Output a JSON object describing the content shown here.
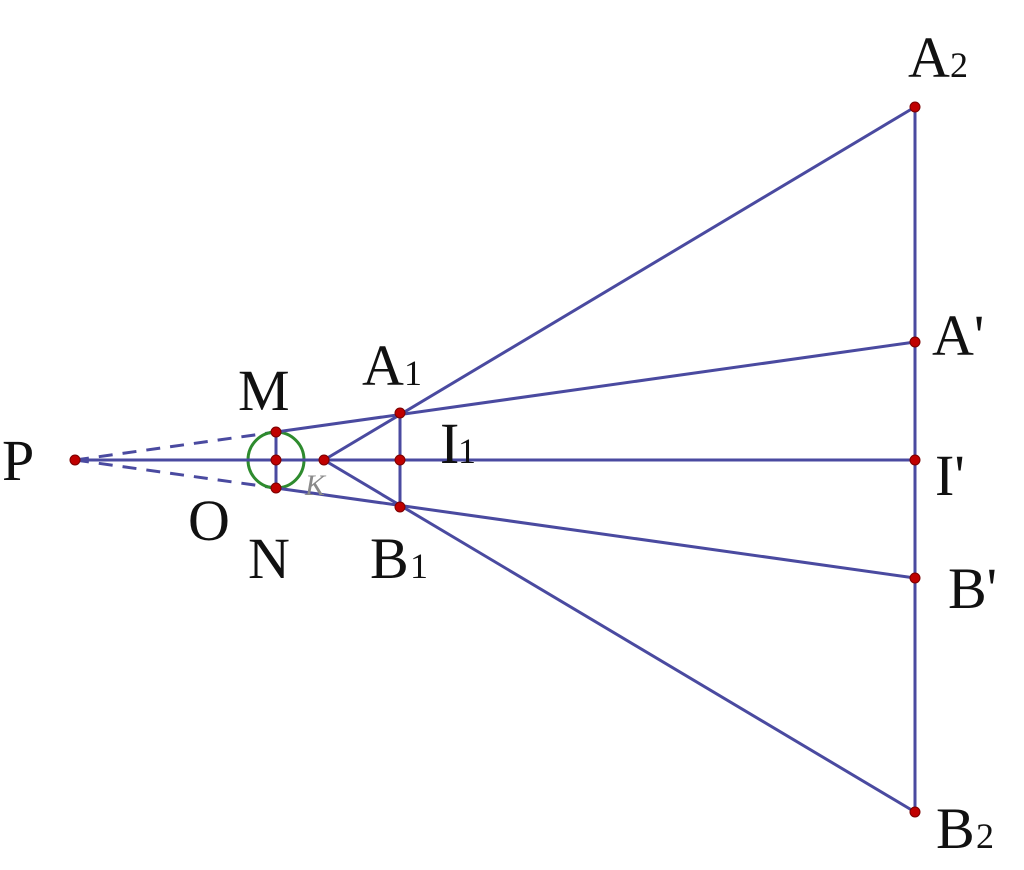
{
  "labels": {
    "P": "P",
    "M": "M",
    "O": "O",
    "N": "N",
    "K": "K",
    "A1": "A",
    "A1_sub": "1",
    "B1": "B",
    "B1_sub": "1",
    "I1": "I",
    "I1_sub": "1",
    "A2": "A",
    "A2_sub": "2",
    "B2": "B",
    "B2_sub": "2",
    "A_prime": "A'",
    "I_prime": "I'",
    "B_prime": "B'"
  },
  "colors": {
    "line": "#4a4aa0",
    "circle": "#2e8b2e",
    "point": "#c00000"
  }
}
